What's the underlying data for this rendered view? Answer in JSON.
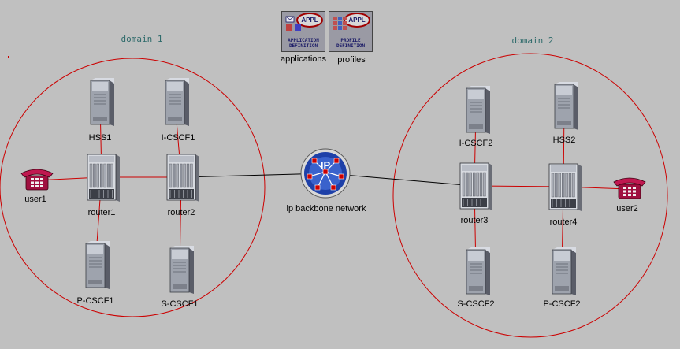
{
  "domains": [
    {
      "id": "domain1",
      "label": "domain 1"
    },
    {
      "id": "domain2",
      "label": "domain 2"
    }
  ],
  "config_objects": [
    {
      "id": "applications",
      "badge": "APPL",
      "title_lines": [
        "APPLICATION",
        "DEFINITION"
      ],
      "label": "applications"
    },
    {
      "id": "profiles",
      "badge": "APPL",
      "title_lines": [
        "PROFILE",
        "DEFINITION"
      ],
      "label": "profiles"
    }
  ],
  "nodes": [
    {
      "id": "user1",
      "kind": "phone",
      "label": "user1"
    },
    {
      "id": "hss1",
      "kind": "server",
      "label": "HSS1"
    },
    {
      "id": "icscf1",
      "kind": "server",
      "label": "I-CSCF1"
    },
    {
      "id": "router1",
      "kind": "router",
      "label": "router1"
    },
    {
      "id": "router2",
      "kind": "router",
      "label": "router2"
    },
    {
      "id": "pcscf1",
      "kind": "server",
      "label": "P-CSCF1"
    },
    {
      "id": "scscf1",
      "kind": "server",
      "label": "S-CSCF1"
    },
    {
      "id": "ipcloud",
      "kind": "ip",
      "label": "ip backbone network"
    },
    {
      "id": "icscf2",
      "kind": "server",
      "label": "I-CSCF2"
    },
    {
      "id": "hss2",
      "kind": "server",
      "label": "HSS2"
    },
    {
      "id": "router3",
      "kind": "router",
      "label": "router3"
    },
    {
      "id": "router4",
      "kind": "router",
      "label": "router4"
    },
    {
      "id": "user2",
      "kind": "phone",
      "label": "user2"
    },
    {
      "id": "scscf2",
      "kind": "server",
      "label": "S-CSCF2"
    },
    {
      "id": "pcscf2",
      "kind": "server",
      "label": "P-CSCF2"
    }
  ],
  "links": [
    {
      "from": "user1",
      "to": "router1",
      "color": "#cc0000"
    },
    {
      "from": "hss1",
      "to": "router1",
      "color": "#cc0000"
    },
    {
      "from": "pcscf1",
      "to": "router1",
      "color": "#cc0000"
    },
    {
      "from": "router1",
      "to": "router2",
      "color": "#cc0000"
    },
    {
      "from": "icscf1",
      "to": "router2",
      "color": "#cc0000"
    },
    {
      "from": "scscf1",
      "to": "router2",
      "color": "#cc0000"
    },
    {
      "from": "router2",
      "to": "ipcloud",
      "color": "#000000"
    },
    {
      "from": "ipcloud",
      "to": "router3",
      "color": "#000000"
    },
    {
      "from": "icscf2",
      "to": "router3",
      "color": "#cc0000"
    },
    {
      "from": "scscf2",
      "to": "router3",
      "color": "#cc0000"
    },
    {
      "from": "router3",
      "to": "router4",
      "color": "#cc0000"
    },
    {
      "from": "hss2",
      "to": "router4",
      "color": "#cc0000"
    },
    {
      "from": "pcscf2",
      "to": "router4",
      "color": "#cc0000"
    },
    {
      "from": "router4",
      "to": "user2",
      "color": "#cc0000"
    }
  ],
  "colors": {
    "background": "#c0c0c0",
    "domain_circle": "#cc0000",
    "domain_label": "#2f6b6b",
    "ip_blue": "#1e40a8",
    "node_red": "#cc0000"
  }
}
